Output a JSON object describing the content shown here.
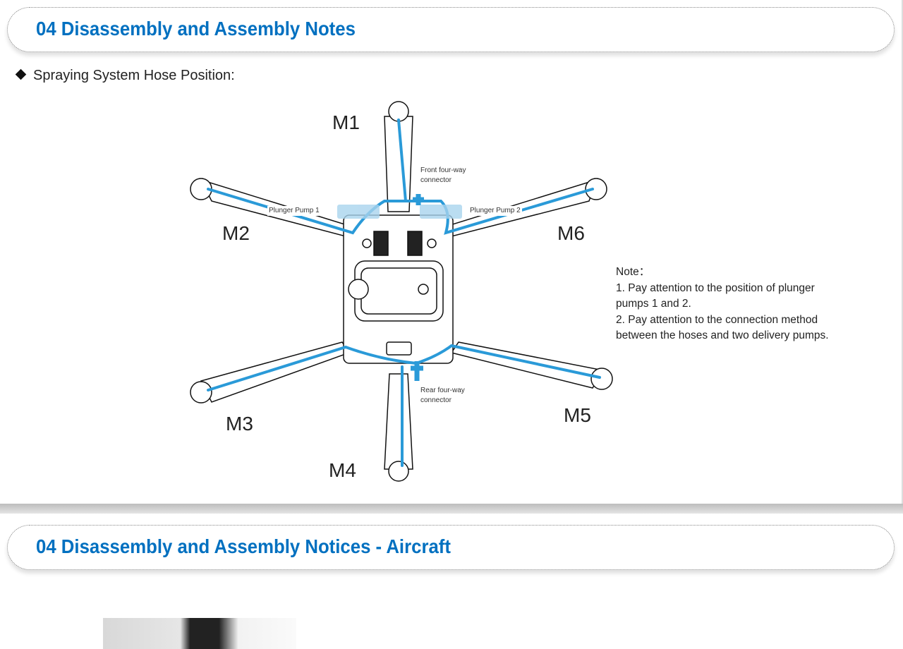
{
  "slide1": {
    "title": "04 Disassembly and Assembly Notes",
    "bullet": "Spraying System Hose Position:",
    "motors": {
      "m1": "M1",
      "m2": "M2",
      "m3": "M3",
      "m4": "M4",
      "m5": "M5",
      "m6": "M6"
    },
    "callouts": {
      "front_connector": [
        "Front four-way",
        "connector"
      ],
      "rear_connector": [
        "Rear four-way",
        "connector"
      ],
      "pump1": "Plunger Pump 1",
      "pump2": "Plunger Pump 2"
    },
    "note": {
      "heading": "Note：",
      "lines": [
        "1. Pay attention to the position of plunger",
        "pumps 1 and 2.",
        "2. Pay attention to the connection method",
        "between the hoses and two delivery pumps."
      ]
    }
  },
  "slide2": {
    "title": "04 Disassembly and Assembly Notices - Aircraft"
  },
  "colors": {
    "title": "#0070c0",
    "hose": "#2a9ad8",
    "hose_light": "#a9d4ee"
  }
}
